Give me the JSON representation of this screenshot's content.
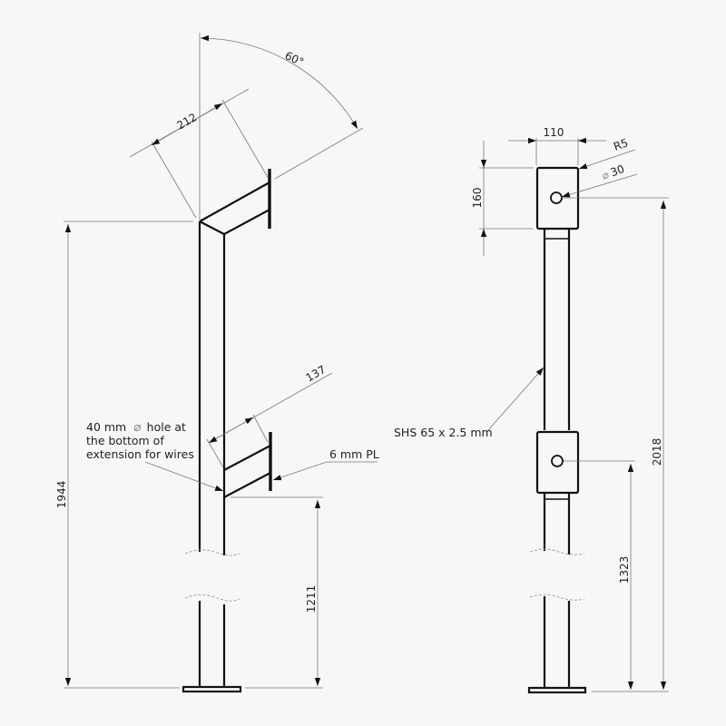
{
  "drawing": {
    "background": "#f7f7f7",
    "line_color": "#111111",
    "dimension_color": "#777777"
  },
  "side_view": {
    "angle_label": "60°",
    "arm_length_label": "212",
    "lower_arm_length_label": "137",
    "overall_height_label": "1944",
    "lower_arm_height_label": "1211",
    "plate_note": "6 mm PL",
    "hole_note_lines": [
      "40 mm",
      "⌀",
      "hole at",
      "the bottom of",
      "extension for wires"
    ]
  },
  "front_view": {
    "bracket_width_label": "110",
    "bracket_height_label": "160",
    "corner_radius_label": "R5",
    "hole_diameter_symbol": "⌀",
    "hole_diameter_label": "30",
    "section_note": "SHS 65 x 2.5 mm",
    "upper_hole_height_label": "2018",
    "lower_hole_height_label": "1323"
  }
}
